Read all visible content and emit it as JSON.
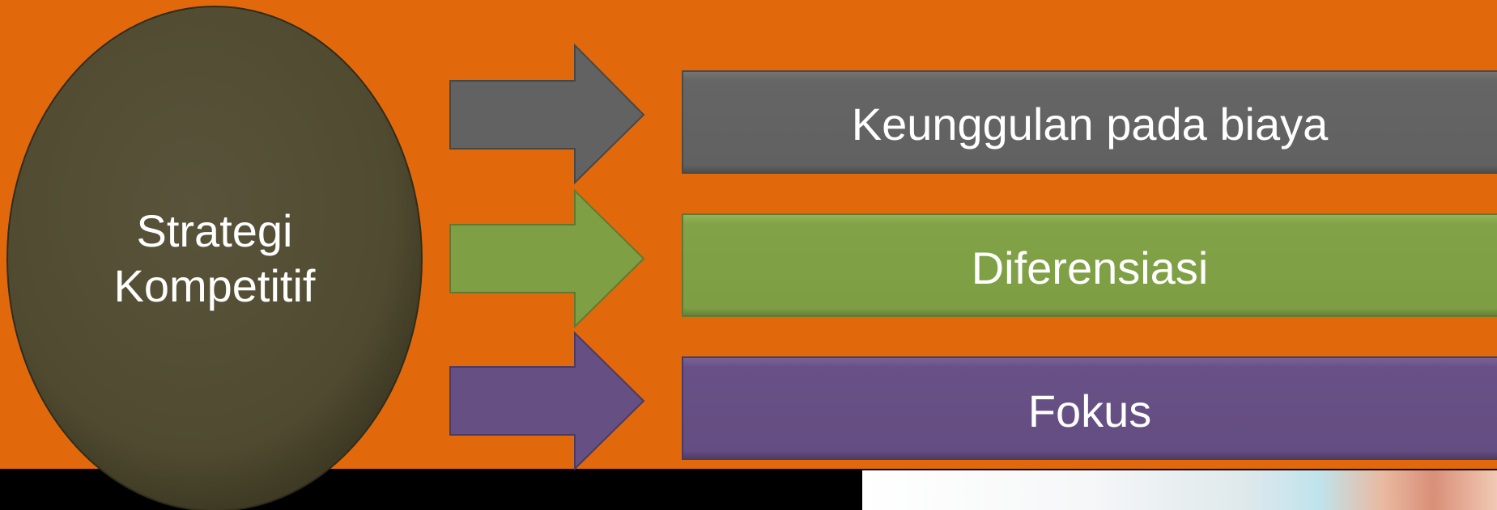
{
  "hub": {
    "line1": "Strategi",
    "line2": "Kompetitif",
    "color": "#504b30"
  },
  "background": {
    "main_color": "#e2690b",
    "band_color": "#000000"
  },
  "items": [
    {
      "label": "Keunggulan pada biaya",
      "color": "#636363"
    },
    {
      "label": "Diferensiasi",
      "color": "#7f9f45"
    },
    {
      "label": "Fokus",
      "color": "#664f83"
    }
  ]
}
